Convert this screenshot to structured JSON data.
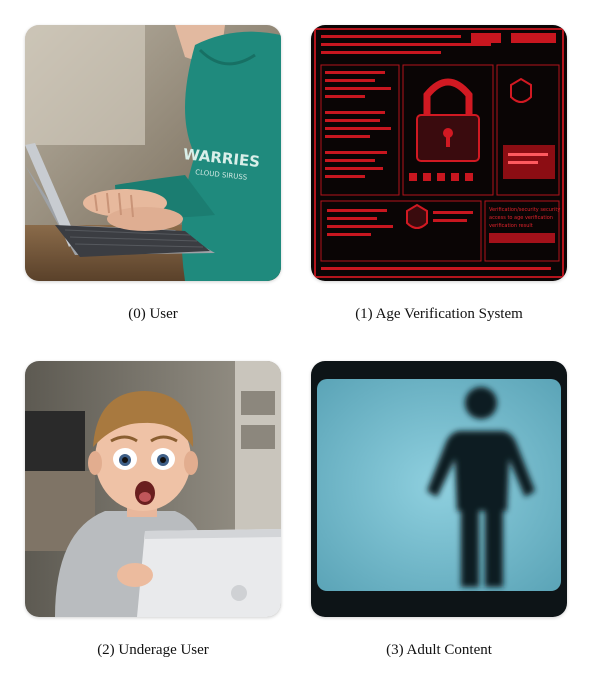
{
  "panels": [
    {
      "caption": "(0) User",
      "scene": {
        "hoodie_lettering": "WARRIES",
        "hoodie_sub_lettering": "CLOUD SIRUSS"
      }
    },
    {
      "caption": "(1) Age Verification System",
      "scene": {
        "screen_lines": [
          "Verification/security security",
          "access to age verification",
          "verification result"
        ]
      }
    },
    {
      "caption": "(2) Underage User",
      "scene": {}
    },
    {
      "caption": "(3) Adult Content",
      "scene": {}
    }
  ]
}
